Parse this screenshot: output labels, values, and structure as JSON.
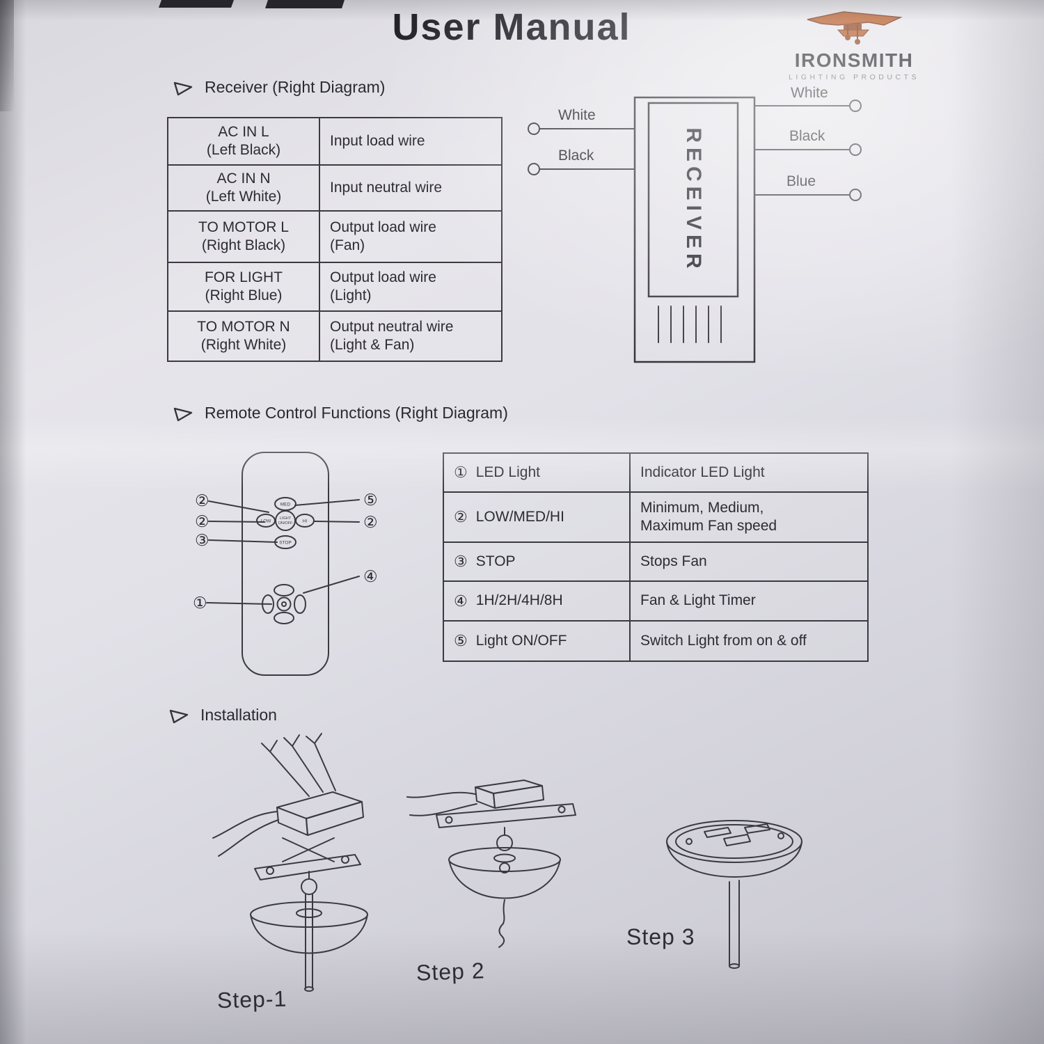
{
  "title": "User Manual",
  "logo": {
    "brand": "IRONSMITH",
    "tagline": "LIGHTING PRODUCTS"
  },
  "receiver": {
    "heading": "Receiver (Right Diagram)",
    "table": {
      "rows": [
        {
          "term": "AC IN L\n(Left Black)",
          "desc": "Input load wire"
        },
        {
          "term": "AC IN N\n(Left White)",
          "desc": "Input neutral wire"
        },
        {
          "term": "TO MOTOR L\n(Right Black)",
          "desc": "Output load wire\n(Fan)"
        },
        {
          "term": "FOR LIGHT\n(Right Blue)",
          "desc": "Output load wire\n(Light)"
        },
        {
          "term": "TO MOTOR N\n(Right White)",
          "desc": "Output neutral wire\n(Light & Fan)"
        }
      ]
    },
    "diagram": {
      "box_label": "RECEIVER",
      "left_wires": [
        "White",
        "Black"
      ],
      "right_wires": [
        "White",
        "Black",
        "Blue"
      ]
    }
  },
  "remote": {
    "heading": "Remote Control Functions (Right Diagram)",
    "buttons": {
      "top": "MED",
      "left": "LOW",
      "right": "HI",
      "center_line1": "LIGHT",
      "center_line2": "ON/OFF",
      "bottom": "STOP"
    },
    "callouts_left": [
      "②",
      "②",
      "③",
      "①"
    ],
    "callouts_right": [
      "⑤",
      "②",
      "④"
    ],
    "table": {
      "rows": [
        {
          "num": "①",
          "term": "LED Light",
          "desc": "Indicator LED Light"
        },
        {
          "num": "②",
          "term": "LOW/MED/HI",
          "desc": "Minimum,  Medium,\nMaximum Fan speed"
        },
        {
          "num": "③",
          "term": "STOP",
          "desc": "Stops Fan"
        },
        {
          "num": "④",
          "term": "1H/2H/4H/8H",
          "desc": "Fan & Light Timer"
        },
        {
          "num": "⑤",
          "term": "Light ON/OFF",
          "desc": "Switch Light from on & off"
        }
      ]
    }
  },
  "installation": {
    "heading": "Installation",
    "steps": [
      {
        "label": "Step-1"
      },
      {
        "label": "Step 2"
      },
      {
        "label": "Step 3"
      }
    ]
  },
  "colors": {
    "ink": "#2c2b32",
    "accent": "#b2521c"
  }
}
